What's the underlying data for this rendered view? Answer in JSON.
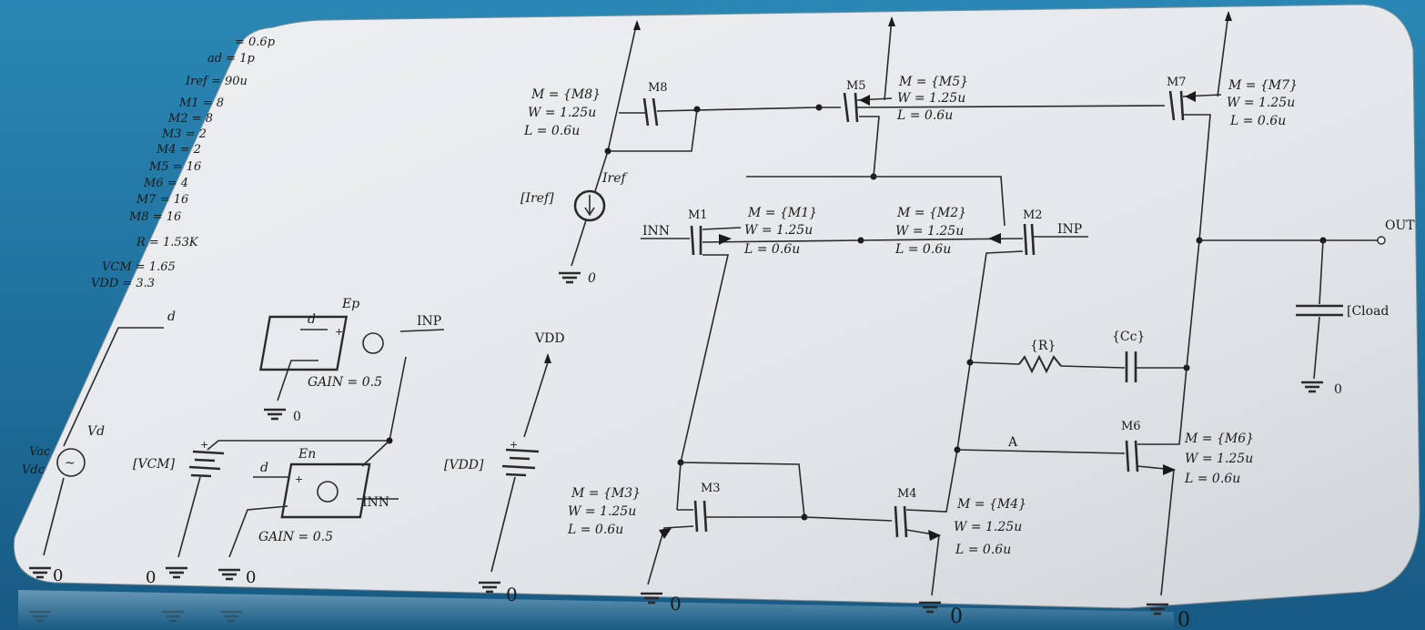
{
  "params": [
    "= 0.6p",
    "ad = 1p",
    "Iref = 90u",
    "M1 = 8",
    "M2 = 8",
    "M3 = 2",
    "M4 = 2",
    "M5 = 16",
    "M6 = 4",
    "M7 = 16",
    "M8 = 16",
    "R = 1.53K",
    "VCM = 1.65",
    "VDD = 3.3"
  ],
  "transistors": {
    "M8": {
      "name": "M8",
      "m": "M = {M8}",
      "w": "W = 1.25u",
      "l": "L = 0.6u"
    },
    "M5": {
      "name": "M5",
      "m": "M = {M5}",
      "w": "W = 1.25u",
      "l": "L = 0.6u"
    },
    "M7": {
      "name": "M7",
      "m": "M = {M7}",
      "w": "W = 1.25u",
      "l": "L = 0.6u"
    },
    "M1": {
      "name": "M1",
      "m": "M = {M1}",
      "w": "W = 1.25u",
      "l": "L = 0.6u"
    },
    "M2": {
      "name": "M2",
      "m": "M = {M2}",
      "w": "W = 1.25u",
      "l": "L = 0.6u"
    },
    "M3": {
      "name": "M3",
      "m": "M = {M3}",
      "w": "W = 1.25u",
      "l": "L = 0.6u"
    },
    "M4": {
      "name": "M4",
      "m": "M = {M4}",
      "w": "W = 1.25u",
      "l": "L = 0.6u"
    },
    "M6": {
      "name": "M6",
      "m": "M = {M6}",
      "w": "W = 1.25u",
      "l": "L = 0.6u"
    }
  },
  "sources": {
    "iref_name": "Iref",
    "iref_value": "[Iref]",
    "vdd_node": "VDD",
    "vdd_value": "[VDD]",
    "vcm_value": "[VCM]",
    "vd_name": "Vd",
    "vac": "Vac",
    "vdc": "Vdc"
  },
  "vcvs": {
    "ep_name": "Ep",
    "ep_gain": "GAIN = 0.5",
    "ep_out": "INP",
    "en_name": "En",
    "en_gain": "GAIN = 0.5",
    "en_out": "INN",
    "input_node": "d"
  },
  "nets": {
    "inn": "INN",
    "inp": "INP",
    "out": "OUT",
    "a": "A",
    "d": "d"
  },
  "passives": {
    "r": "{R}",
    "cc": "{Cc}",
    "cload": "[Cload"
  },
  "ground": "0"
}
